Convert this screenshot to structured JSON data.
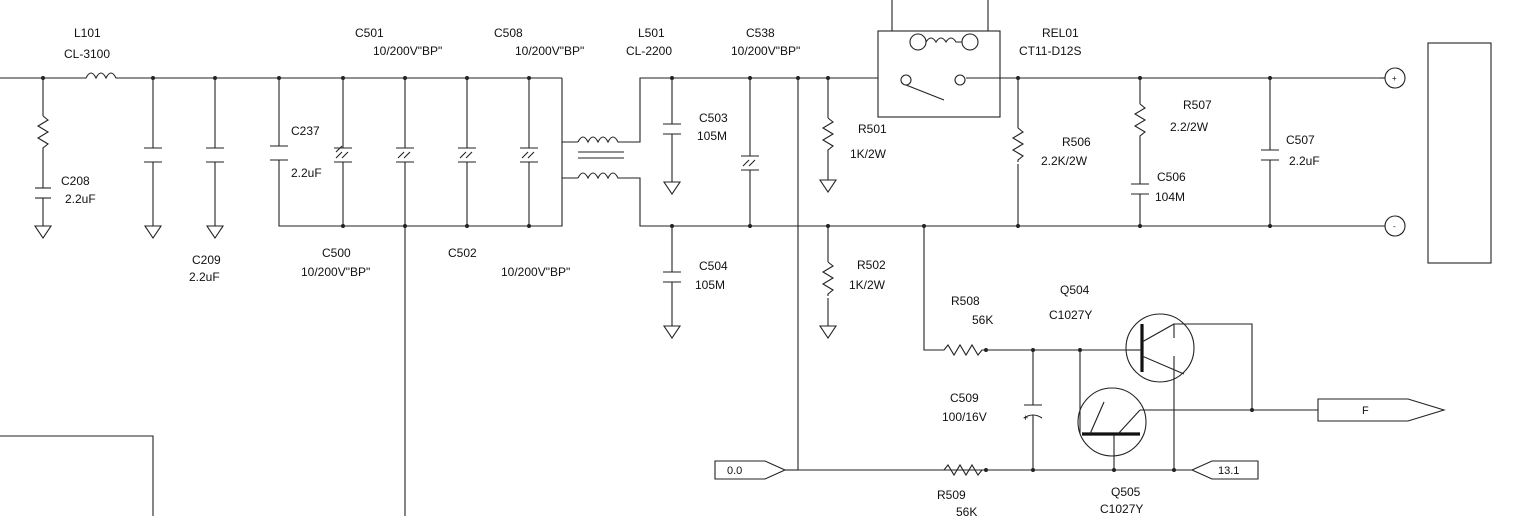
{
  "schematic": {
    "labels": [
      {
        "key": "l101_ref",
        "text": "L101"
      },
      {
        "key": "l101_val",
        "text": "CL-3100"
      },
      {
        "key": "c501_ref",
        "text": "C501"
      },
      {
        "key": "c501_val",
        "text": "10/200V\"BP\""
      },
      {
        "key": "c508_ref",
        "text": "C508"
      },
      {
        "key": "c508_val",
        "text": "10/200V\"BP\""
      },
      {
        "key": "l501_ref",
        "text": "L501"
      },
      {
        "key": "l501_val",
        "text": "CL-2200"
      },
      {
        "key": "c538_ref",
        "text": "C538"
      },
      {
        "key": "c538_val",
        "text": "10/200V\"BP\""
      },
      {
        "key": "rel01_ref",
        "text": "REL01"
      },
      {
        "key": "rel01_val",
        "text": "CT11-D12S"
      },
      {
        "key": "c237_ref",
        "text": "C237"
      },
      {
        "key": "c237_val",
        "text": "2.2uF"
      },
      {
        "key": "c208_ref",
        "text": "C208"
      },
      {
        "key": "c208_val",
        "text": "2.2uF"
      },
      {
        "key": "c209_ref",
        "text": "C209"
      },
      {
        "key": "c209_val",
        "text": "2.2uF"
      },
      {
        "key": "c500_ref",
        "text": "C500"
      },
      {
        "key": "c500_val",
        "text": "10/200V\"BP\""
      },
      {
        "key": "c502_ref",
        "text": "C502"
      },
      {
        "key": "c502_val",
        "text": "10/200V\"BP\""
      },
      {
        "key": "c503_ref",
        "text": "C503"
      },
      {
        "key": "c503_val",
        "text": "105M"
      },
      {
        "key": "c504_ref",
        "text": "C504"
      },
      {
        "key": "c504_val",
        "text": "105M"
      },
      {
        "key": "r501_ref",
        "text": "R501"
      },
      {
        "key": "r501_val",
        "text": "1K/2W"
      },
      {
        "key": "r502_ref",
        "text": "R502"
      },
      {
        "key": "r502_val",
        "text": "1K/2W"
      },
      {
        "key": "r506_ref",
        "text": "R506"
      },
      {
        "key": "r506_val",
        "text": "2.2K/2W"
      },
      {
        "key": "r507_ref",
        "text": "R507"
      },
      {
        "key": "r507_val",
        "text": "2.2/2W"
      },
      {
        "key": "c506_ref",
        "text": "C506"
      },
      {
        "key": "c506_val",
        "text": "104M"
      },
      {
        "key": "c507_ref",
        "text": "C507"
      },
      {
        "key": "c507_val",
        "text": "2.2uF"
      },
      {
        "key": "r508_ref",
        "text": "R508"
      },
      {
        "key": "r508_val",
        "text": "56K"
      },
      {
        "key": "q504_ref",
        "text": "Q504"
      },
      {
        "key": "q504_val",
        "text": "C1027Y"
      },
      {
        "key": "c509_ref",
        "text": "C509"
      },
      {
        "key": "c509_val",
        "text": "100/16V"
      },
      {
        "key": "r509_ref",
        "text": "R509"
      },
      {
        "key": "r509_val",
        "text": "56K"
      },
      {
        "key": "q505_ref",
        "text": "Q505"
      },
      {
        "key": "q505_val",
        "text": "C1027Y"
      }
    ],
    "connectors": {
      "plus": "+",
      "minus": "-",
      "polarity_plus": "+"
    },
    "ports": {
      "left": "0.0",
      "right": "13.1",
      "output": "F"
    }
  }
}
